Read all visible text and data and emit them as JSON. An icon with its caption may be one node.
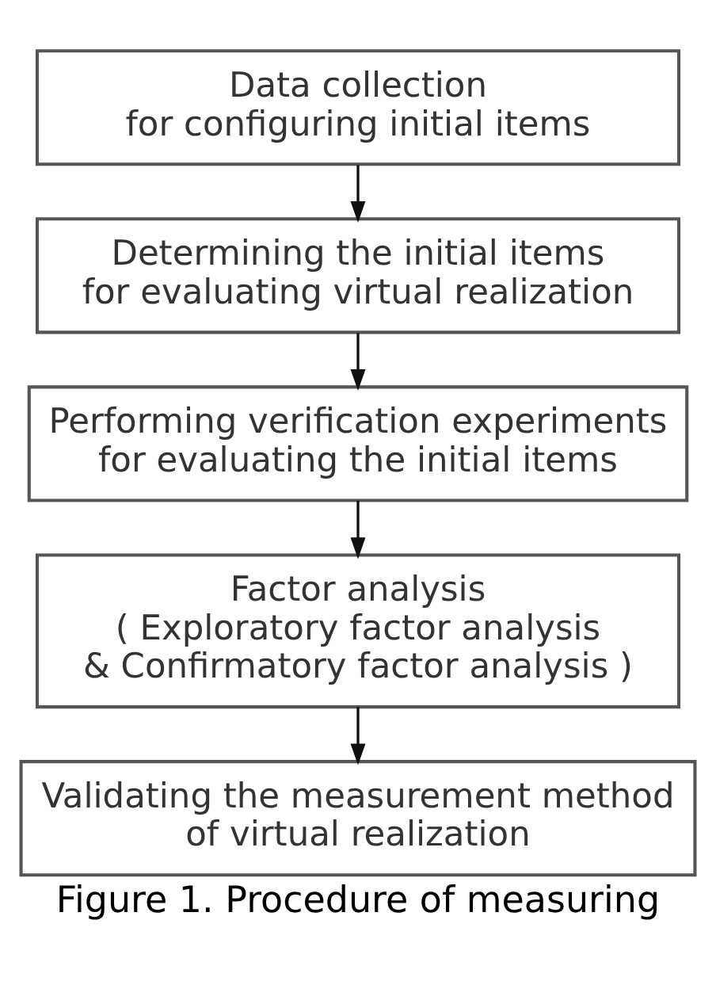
{
  "diagram": {
    "caption": "Figure 1. Procedure of measuring",
    "nodes": [
      {
        "text": [
          "Data collection for configuring initial items"
        ]
      },
      {
        "text": [
          "Determining the initial items for evaluating virtual realization"
        ]
      },
      {
        "text": [
          "Performing verification experiments for evaluating the initial items"
        ]
      },
      {
        "text": [
          "Factor analysis ( Exploratory factor analysis & Confirmatory factor analysis )"
        ]
      },
      {
        "text": [
          "Validating the measurement method of virtual realization"
        ]
      }
    ],
    "edges": [
      {
        "from": 0,
        "to": 1,
        "arrow": "to"
      },
      {
        "from": 1,
        "to": 2,
        "arrow": "to"
      },
      {
        "from": 2,
        "to": 3,
        "arrow": "to"
      },
      {
        "from": 3,
        "to": 4,
        "arrow": "to"
      }
    ]
  }
}
